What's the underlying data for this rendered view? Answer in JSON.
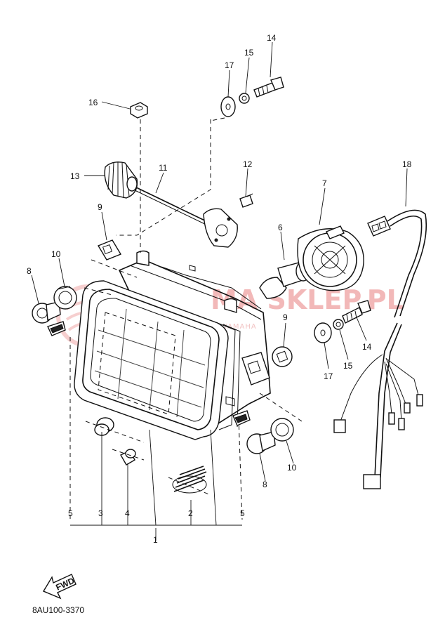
{
  "diagram": {
    "code": "8AU100-3370",
    "fwd_label": "FWD",
    "watermark": {
      "name": "MA SKLEP.PL",
      "subtitle": "WYŁĄCZNY DEALER YAMAHA"
    },
    "part_labels": [
      "1",
      "2",
      "3",
      "4",
      "5",
      "5",
      "6",
      "7",
      "8",
      "8",
      "9",
      "9",
      "10",
      "10",
      "11",
      "12",
      "13",
      "14",
      "14",
      "15",
      "15",
      "16",
      "17",
      "17",
      "18"
    ]
  }
}
